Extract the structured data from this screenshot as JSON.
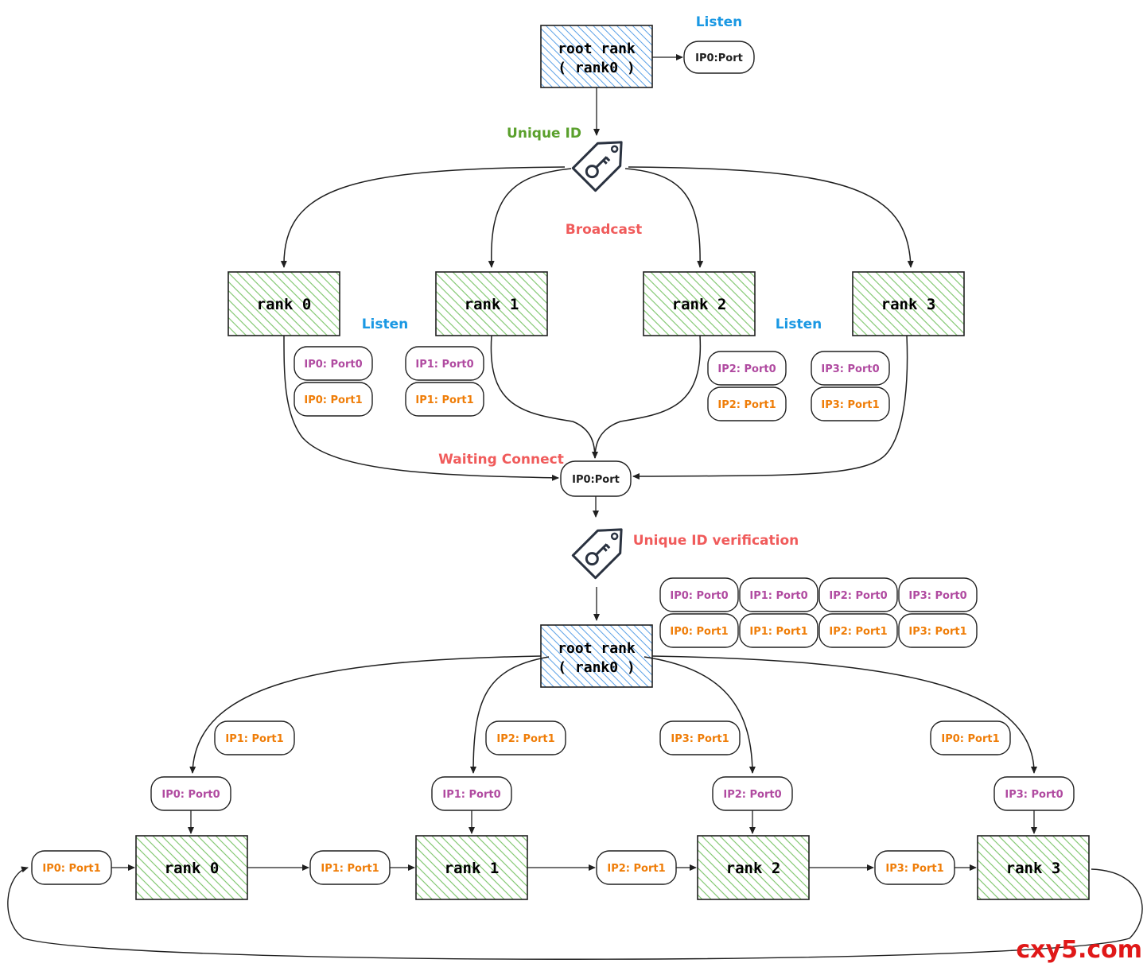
{
  "colors": {
    "stroke": "#1f1f1f",
    "green_fill": "#7cc46a",
    "blue_fill": "#5aa0e6",
    "purple": "#b04aa0",
    "orange": "#ef7d08",
    "label_blue": "#1a98e3",
    "label_green": "#5aa02c",
    "label_red": "#f05b5b"
  },
  "icons": [
    "key-tag-icon"
  ],
  "labels": {
    "listen": "Listen",
    "unique_id": "Unique ID",
    "broadcast": "Broadcast",
    "waiting_connect": "Waiting Connect",
    "unique_id_verification": "Unique ID verification"
  },
  "root": {
    "line1": "root rank",
    "line2": "( rank0 )",
    "listen_addr": "IP0:Port"
  },
  "connect_addr": "IP0:Port",
  "ranks": [
    "rank 0",
    "rank 1",
    "rank 2",
    "rank 3"
  ],
  "stage1_ports": [
    [
      "IP0: Port0",
      "IP0: Port1"
    ],
    [
      "IP1: Port0",
      "IP1: Port1"
    ],
    [
      "IP2: Port0",
      "IP2: Port1"
    ],
    [
      "IP3: Port0",
      "IP3: Port1"
    ]
  ],
  "gathered": {
    "port0": [
      "IP0: Port0",
      "IP1: Port0",
      "IP2: Port0",
      "IP3: Port0"
    ],
    "port1": [
      "IP0: Port1",
      "IP1: Port1",
      "IP2: Port1",
      "IP3: Port1"
    ]
  },
  "stage2_next": [
    "IP1: Port1",
    "IP2: Port1",
    "IP3: Port1",
    "IP0: Port1"
  ],
  "stage2_own": [
    "IP0: Port0",
    "IP1: Port0",
    "IP2: Port0",
    "IP3: Port0"
  ],
  "stage2_ring": [
    "IP0: Port1",
    "IP1: Port1",
    "IP2: Port1",
    "IP3: Port1"
  ],
  "watermark": "cxy5.com"
}
